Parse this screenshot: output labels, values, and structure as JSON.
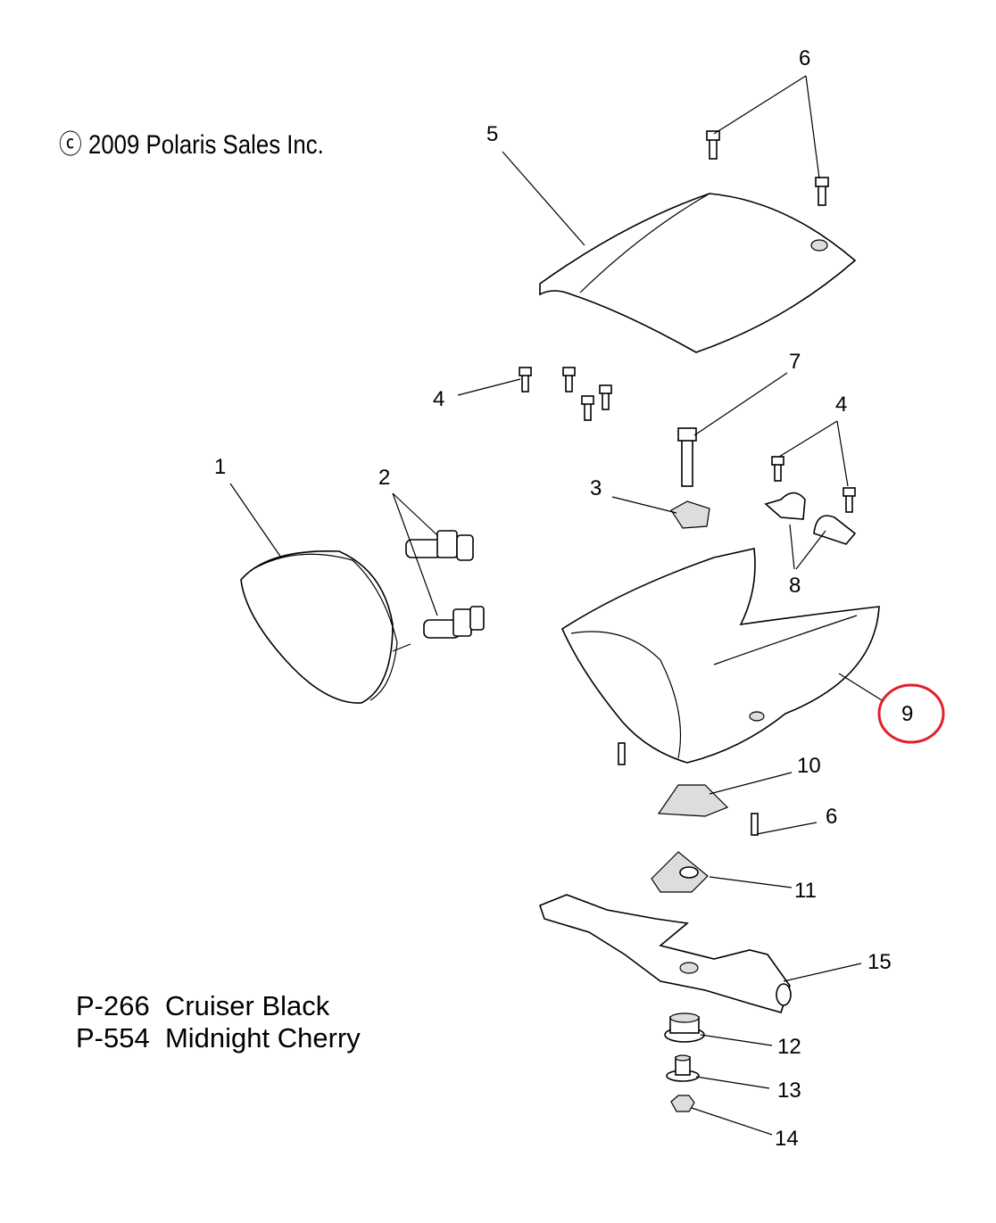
{
  "copyright": "ⓒ 2009 Polaris Sales Inc.",
  "paint_codes": [
    {
      "code": "P-266",
      "name": "Cruiser Black"
    },
    {
      "code": "P-554",
      "name": "Midnight Cherry"
    }
  ],
  "callouts": [
    "6",
    "5",
    "4",
    "7",
    "4",
    "1",
    "2",
    "3",
    "8",
    "9",
    "10",
    "6",
    "11",
    "15",
    "12",
    "13",
    "14"
  ],
  "highlight": {
    "callout": "9",
    "color": "#e0202a"
  }
}
